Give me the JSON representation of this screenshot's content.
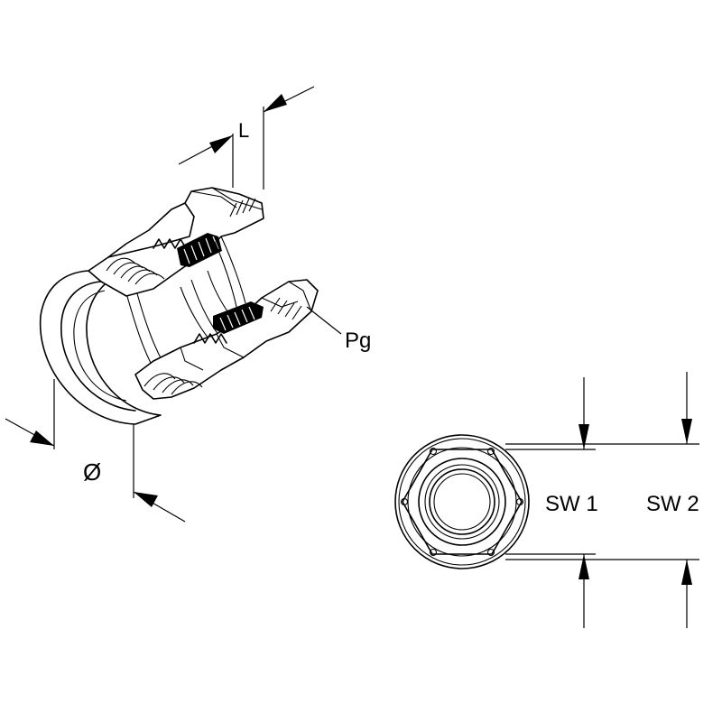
{
  "labels": {
    "length": "L",
    "thread": "Pg",
    "diameter": "Ø",
    "wrench_size_1": "SW 1",
    "wrench_size_2": "SW 2"
  },
  "colors": {
    "line": "#000000",
    "background": "#ffffff"
  }
}
